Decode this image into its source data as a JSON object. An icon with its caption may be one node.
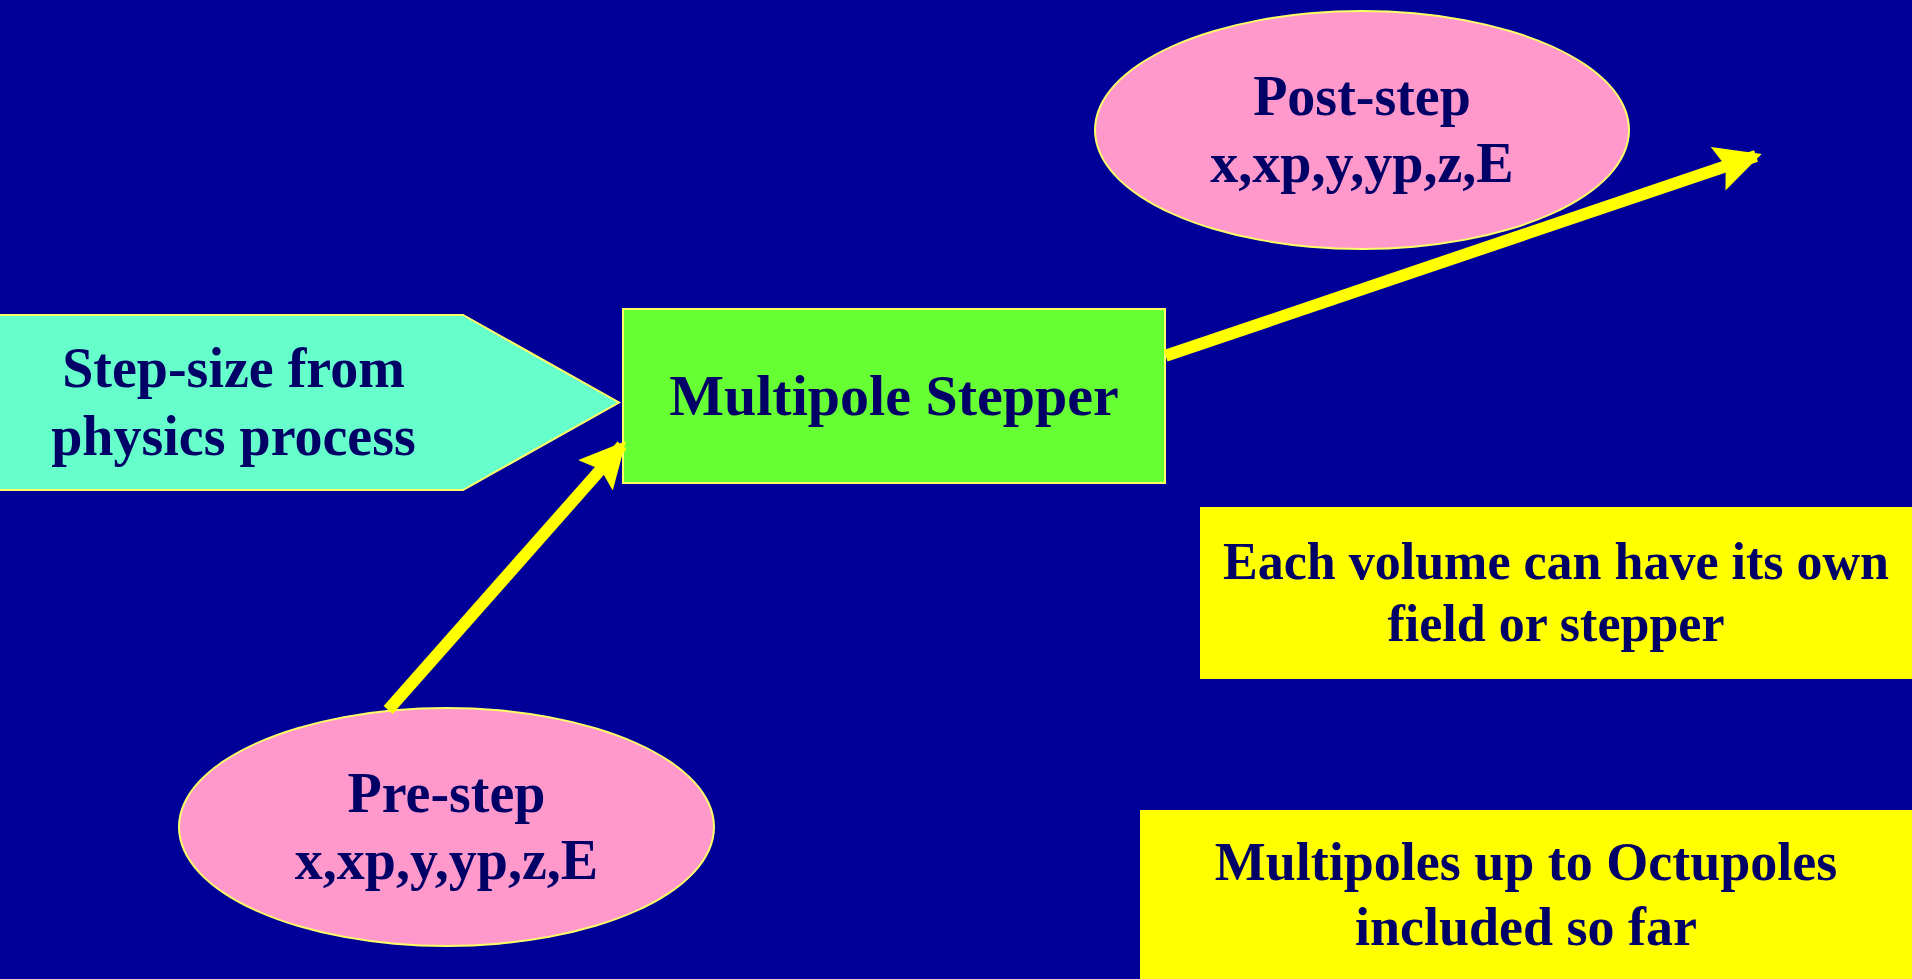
{
  "diagram": {
    "nodes": [
      {
        "text": [
          "Post-step",
          "x,xp,y,yp,z,E"
        ]
      },
      {
        "text": [
          "Step-size from physics process"
        ]
      },
      {
        "text": [
          "Multipole Stepper"
        ]
      },
      {
        "text": [
          "Each volume can have its own field or stepper"
        ]
      },
      {
        "text": [
          "Pre-step",
          "x,xp,y,yp,z,E"
        ]
      },
      {
        "text": [
          "Multipoles up to Octupoles included so far"
        ]
      }
    ],
    "edges": [
      {
        "from": 4,
        "to": 2,
        "arrow": "to"
      },
      {
        "from": 2,
        "to": null,
        "arrow": "to"
      }
    ]
  }
}
